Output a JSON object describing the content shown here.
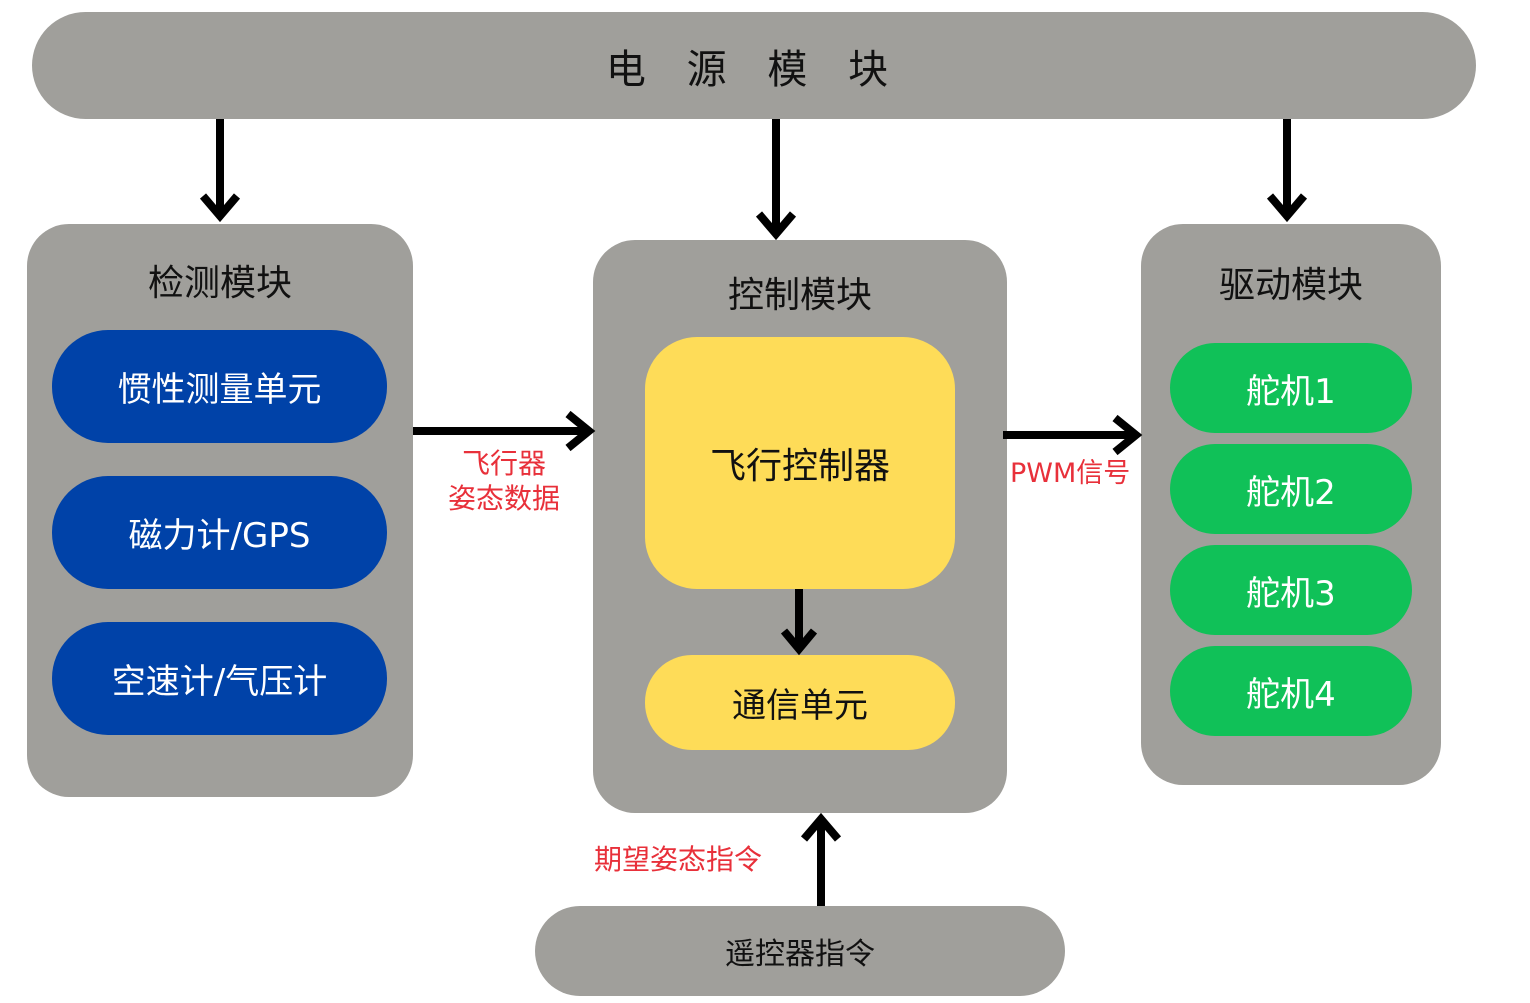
{
  "power_module": {
    "label": "电 源 模 块"
  },
  "detection_module": {
    "title": "检测模块",
    "items": [
      "惯性测量单元",
      "磁力计/GPS",
      "空速计/气压计"
    ]
  },
  "control_module": {
    "title": "控制模块",
    "flight_controller": "飞行控制器",
    "comm_unit": "通信单元"
  },
  "drive_module": {
    "title": "驱动模块",
    "servos": [
      "舵机1",
      "舵机2",
      "舵机3",
      "舵机4"
    ]
  },
  "remote": {
    "label": "遥控器指令"
  },
  "edge_labels": {
    "attitude_data_line1": "飞行器",
    "attitude_data_line2": "姿态数据",
    "pwm_signal": "PWM信号",
    "desired_attitude": "期望姿态指令"
  },
  "colors": {
    "panel_grey": "#a09f9b",
    "detect_blue": "#0042a8",
    "control_yellow": "#fedc58",
    "servo_green": "#10c158",
    "edge_label_red": "#e8303a",
    "arrow_black": "#000000"
  }
}
